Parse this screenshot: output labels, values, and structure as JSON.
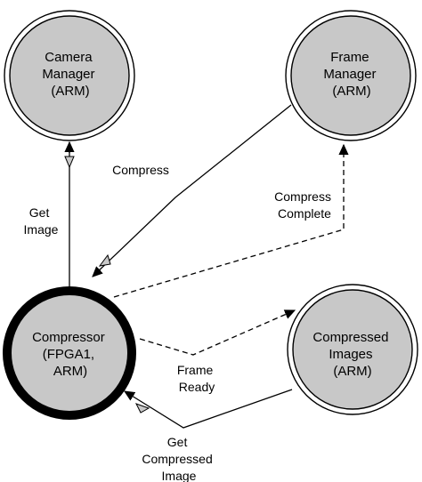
{
  "colors": {
    "node_fill": "#c8c8c8",
    "stroke": "#000000",
    "background": "#ffffff"
  },
  "nodes": {
    "camera_manager": {
      "lines": [
        "Camera",
        "Manager",
        "(ARM)"
      ]
    },
    "frame_manager": {
      "lines": [
        "Frame",
        "Manager",
        "(ARM)"
      ]
    },
    "compressor": {
      "lines": [
        "Compressor",
        "(FPGA1,",
        "ARM)"
      ]
    },
    "compressed_images": {
      "lines": [
        "Compressed",
        "Images",
        "(ARM)"
      ]
    }
  },
  "edges": {
    "get_image": {
      "lines": [
        "Get",
        "Image"
      ],
      "style": "solid"
    },
    "compress": {
      "lines": [
        "Compress"
      ],
      "style": "solid"
    },
    "compress_complete": {
      "lines": [
        "Compress",
        "Complete"
      ],
      "style": "dashed"
    },
    "frame_ready": {
      "lines": [
        "Frame",
        "Ready"
      ],
      "style": "dashed"
    },
    "get_compressed_image": {
      "lines": [
        "Get",
        "Compressed",
        "Image"
      ],
      "style": "solid"
    }
  }
}
